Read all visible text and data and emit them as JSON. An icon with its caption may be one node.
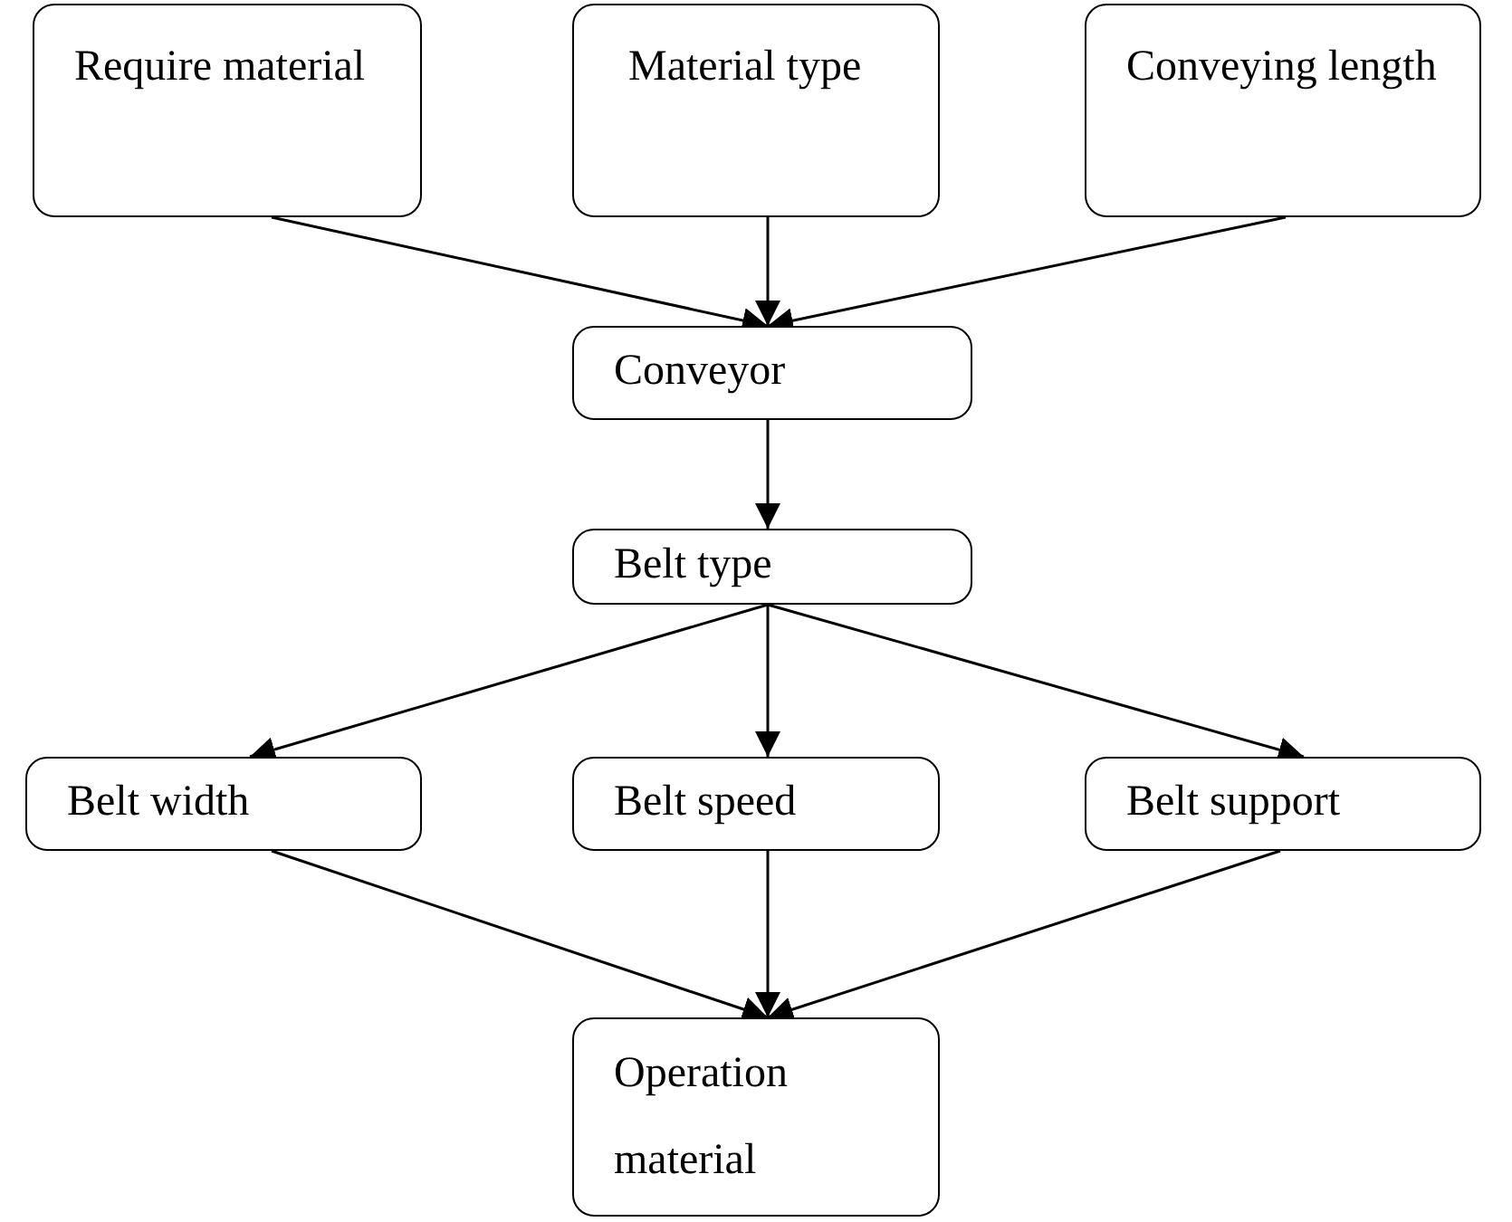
{
  "diagram": {
    "nodes": [
      {
        "text": [
          "Require material"
        ]
      },
      {
        "text": [
          "Material type"
        ]
      },
      {
        "text": [
          "Conveying length"
        ]
      },
      {
        "text": [
          "Conveyor"
        ]
      },
      {
        "text": [
          "Belt type"
        ]
      },
      {
        "text": [
          "Belt width"
        ]
      },
      {
        "text": [
          "Belt speed"
        ]
      },
      {
        "text": [
          "Belt support"
        ]
      },
      {
        "text": [
          "Operation material"
        ]
      }
    ],
    "edges": [
      {
        "from": 0,
        "to": 3,
        "arrow": "to"
      },
      {
        "from": 1,
        "to": 3,
        "arrow": "to"
      },
      {
        "from": 2,
        "to": 3,
        "arrow": "to"
      },
      {
        "from": 3,
        "to": 4,
        "arrow": "to"
      },
      {
        "from": 4,
        "to": 5,
        "arrow": "to"
      },
      {
        "from": 4,
        "to": 6,
        "arrow": "to"
      },
      {
        "from": 4,
        "to": 7,
        "arrow": "to"
      },
      {
        "from": 5,
        "to": 8,
        "arrow": "to"
      },
      {
        "from": 6,
        "to": 8,
        "arrow": "to"
      },
      {
        "from": 7,
        "to": 8,
        "arrow": "to"
      }
    ]
  }
}
